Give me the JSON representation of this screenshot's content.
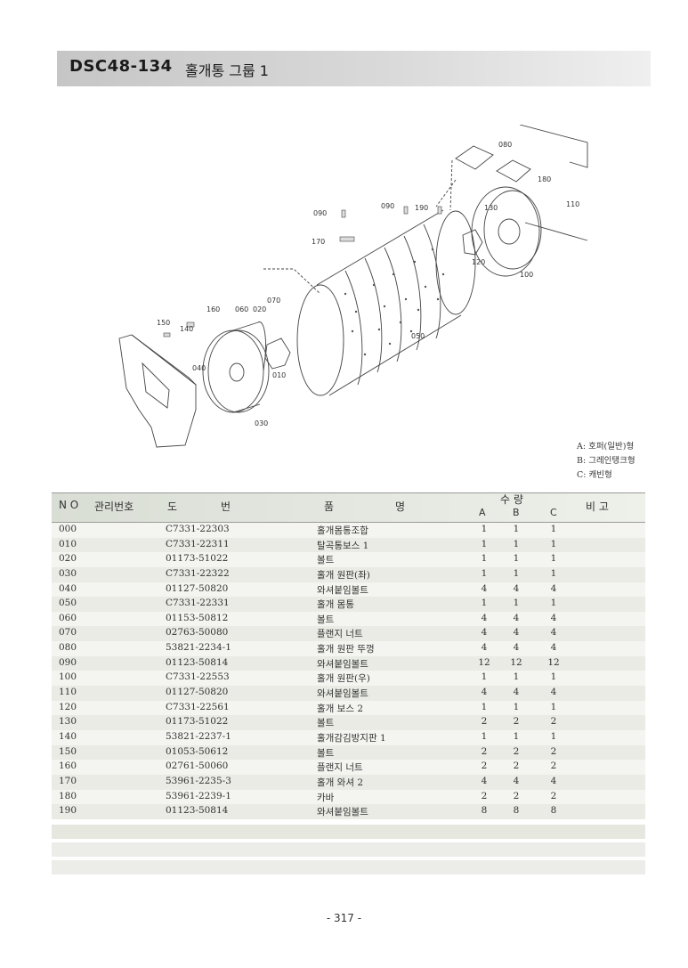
{
  "header": {
    "code": "DSC48-134",
    "title": "홀개통 그룹 1"
  },
  "diagram_callouts": [
    "080",
    "180",
    "110",
    "090",
    "190",
    "130",
    "090",
    "170",
    "120",
    "100",
    "070",
    "160",
    "060",
    "020",
    "150",
    "140",
    "050",
    "040",
    "010",
    "030"
  ],
  "legend": {
    "a": "A: 호퍼(일반)형",
    "b": "B: 그레인탱크형",
    "c": "C: 캐빈형"
  },
  "table": {
    "headers": {
      "no": "N O",
      "mgmt": "관리번호",
      "drawing1": "도",
      "drawing2": "번",
      "name1": "품",
      "name2": "명",
      "qty": "수  량",
      "a": "A",
      "b": "B",
      "c": "C",
      "remarks": "비  고"
    },
    "rows": [
      {
        "no": "000",
        "part": "C7331-22303",
        "name": "홀개몸통조합",
        "a": "1",
        "b": "1",
        "c": "1"
      },
      {
        "no": "010",
        "part": "C7331-22311",
        "name": "탈곡통보스 1",
        "a": "1",
        "b": "1",
        "c": "1"
      },
      {
        "no": "020",
        "part": "01173-51022",
        "name": "볼트",
        "a": "1",
        "b": "1",
        "c": "1"
      },
      {
        "no": "030",
        "part": "C7331-22322",
        "name": "홀개 원판(좌)",
        "a": "1",
        "b": "1",
        "c": "1"
      },
      {
        "no": "040",
        "part": "01127-50820",
        "name": "와셔붙임볼트",
        "a": "4",
        "b": "4",
        "c": "4"
      },
      {
        "no": "050",
        "part": "C7331-22331",
        "name": "홀개 몸통",
        "a": "1",
        "b": "1",
        "c": "1"
      },
      {
        "no": "060",
        "part": "01153-50812",
        "name": "볼트",
        "a": "4",
        "b": "4",
        "c": "4"
      },
      {
        "no": "070",
        "part": "02763-50080",
        "name": "플랜지 너트",
        "a": "4",
        "b": "4",
        "c": "4"
      },
      {
        "no": "080",
        "part": "53821-2234-1",
        "name": "홀개 원판 뚜껑",
        "a": "4",
        "b": "4",
        "c": "4"
      },
      {
        "no": "090",
        "part": "01123-50814",
        "name": "와셔붙임볼트",
        "a": "12",
        "b": "12",
        "c": "12"
      },
      {
        "no": "100",
        "part": "C7331-22553",
        "name": "홀개 원판(우)",
        "a": "1",
        "b": "1",
        "c": "1"
      },
      {
        "no": "110",
        "part": "01127-50820",
        "name": "와셔붙임볼트",
        "a": "4",
        "b": "4",
        "c": "4"
      },
      {
        "no": "120",
        "part": "C7331-22561",
        "name": "홀개 보스 2",
        "a": "1",
        "b": "1",
        "c": "1"
      },
      {
        "no": "130",
        "part": "01173-51022",
        "name": "볼트",
        "a": "2",
        "b": "2",
        "c": "2"
      },
      {
        "no": "140",
        "part": "53821-2237-1",
        "name": "홀개감김방지판 1",
        "a": "1",
        "b": "1",
        "c": "1"
      },
      {
        "no": "150",
        "part": "01053-50612",
        "name": "볼트",
        "a": "2",
        "b": "2",
        "c": "2"
      },
      {
        "no": "160",
        "part": "02761-50060",
        "name": "플랜지 너트",
        "a": "2",
        "b": "2",
        "c": "2"
      },
      {
        "no": "170",
        "part": "53961-2235-3",
        "name": "홀개 와셔 2",
        "a": "4",
        "b": "4",
        "c": "4"
      },
      {
        "no": "180",
        "part": "53961-2239-1",
        "name": "카바",
        "a": "2",
        "b": "2",
        "c": "2"
      },
      {
        "no": "190",
        "part": "01123-50814",
        "name": "와셔붙임볼트",
        "a": "8",
        "b": "8",
        "c": "8"
      }
    ]
  },
  "footer": {
    "page": "- 317 -"
  }
}
